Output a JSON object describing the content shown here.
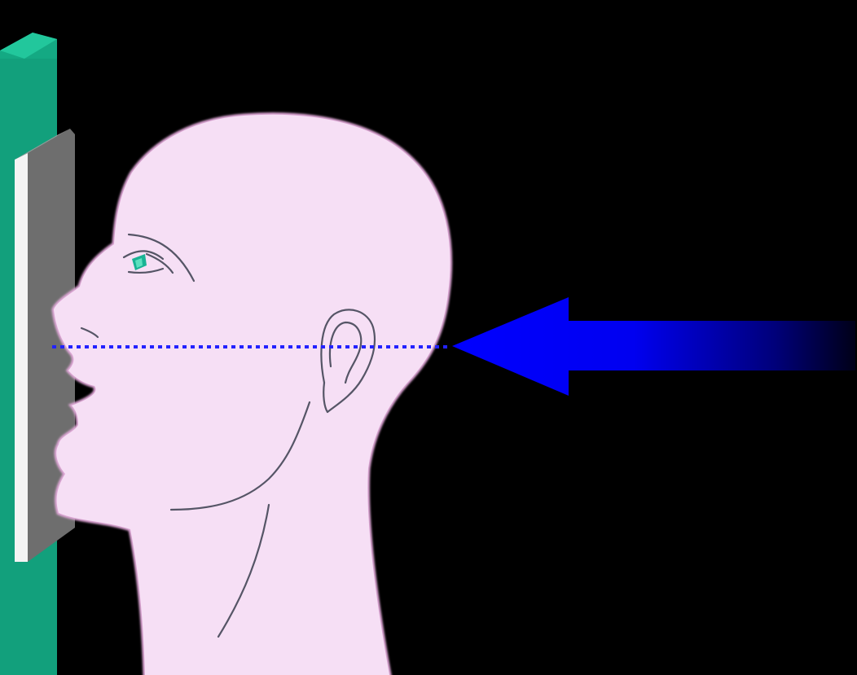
{
  "scene": {
    "background": "#000000",
    "elements": [
      {
        "id": "detector-plate",
        "icon": "detector-plate-icon",
        "color": "#14a983"
      },
      {
        "id": "film-cassette",
        "icon": "cassette-icon",
        "color": "#6e6e6e"
      },
      {
        "id": "head-profile",
        "icon": "head-profile-icon",
        "fill": "#f6dff5",
        "outline": "#e0a8d8"
      },
      {
        "id": "xray-beam-arrow",
        "icon": "arrow-left-icon",
        "color": "#0000ff"
      },
      {
        "id": "central-ray",
        "icon": "dotted-line-icon",
        "color": "#2222ff"
      }
    ]
  }
}
